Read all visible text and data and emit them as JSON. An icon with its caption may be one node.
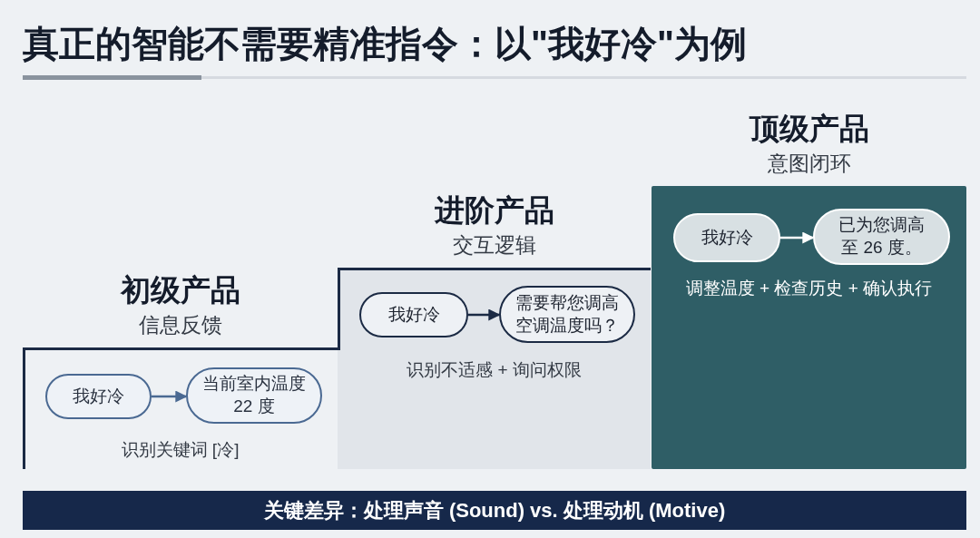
{
  "diagram": {
    "title": "真正的智能不需要精准指令：以\"我好冷\"为例",
    "nodes": [
      {
        "text": [
          "初级产品",
          "信息反馈",
          "识别关键词 [冷]"
        ]
      },
      {
        "text": [
          "我好冷"
        ],
        "in": 0
      },
      {
        "text": [
          "当前室内温度22 度"
        ],
        "in": 0
      },
      {
        "text": [
          "进阶产品",
          "交互逻辑",
          "识别不适感 + 询问权限"
        ]
      },
      {
        "text": [
          "我好冷"
        ],
        "in": 3
      },
      {
        "text": [
          "需要帮您调高空调温度吗？"
        ],
        "in": 3
      },
      {
        "text": [
          "顶级产品",
          "意图闭环",
          "调整温度 + 检查历史 + 确认执行"
        ]
      },
      {
        "text": [
          "我好冷"
        ],
        "in": 6
      },
      {
        "text": [
          "已为您调高至 26 度。"
        ],
        "in": 6
      },
      {
        "text": [
          "关键差异：处理声音 (Sound) vs. 处理动机 (Motive)"
        ]
      }
    ],
    "edges": [
      {
        "from": 1,
        "to": 2,
        "arrow": "to",
        "color": "#4a6992"
      },
      {
        "from": 4,
        "to": 5,
        "arrow": "to"
      },
      {
        "from": 7,
        "to": 8,
        "arrow": "to",
        "color": "#ffffff"
      }
    ]
  }
}
